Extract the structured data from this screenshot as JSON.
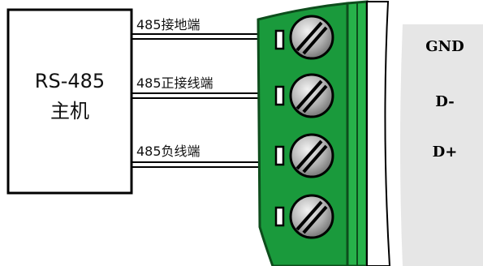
{
  "host": {
    "line1": "RS-485",
    "line2": "主机"
  },
  "wires": [
    {
      "label": "485接地端"
    },
    {
      "label": "485正接线端"
    },
    {
      "label": "485负线端"
    }
  ],
  "pins": [
    {
      "label": "GND"
    },
    {
      "label": "D-"
    },
    {
      "label": "D+"
    }
  ],
  "colors": {
    "terminal_green": "#1a9a3c",
    "terminal_dark": "#0d4d1c",
    "screw_gray": "#b5b5b5",
    "panel_gray": "#e6e6e6"
  }
}
